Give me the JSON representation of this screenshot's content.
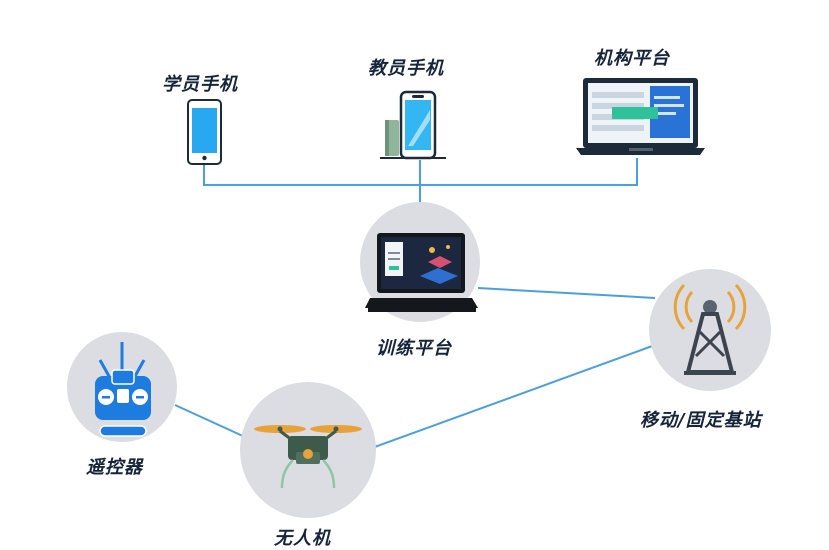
{
  "nodes": {
    "student_phone": "学员手机",
    "teacher_phone": "教员手机",
    "institution_platform": "机构平台",
    "training_platform": "训练平台",
    "base_station": "移动/固定基站",
    "remote_controller": "遥控器",
    "drone": "无人机"
  },
  "colors": {
    "link": "#4a9fe0",
    "circle_bg": "#dcdde2",
    "label_text": "#15243b",
    "accent_blue": "#1e7be0"
  }
}
